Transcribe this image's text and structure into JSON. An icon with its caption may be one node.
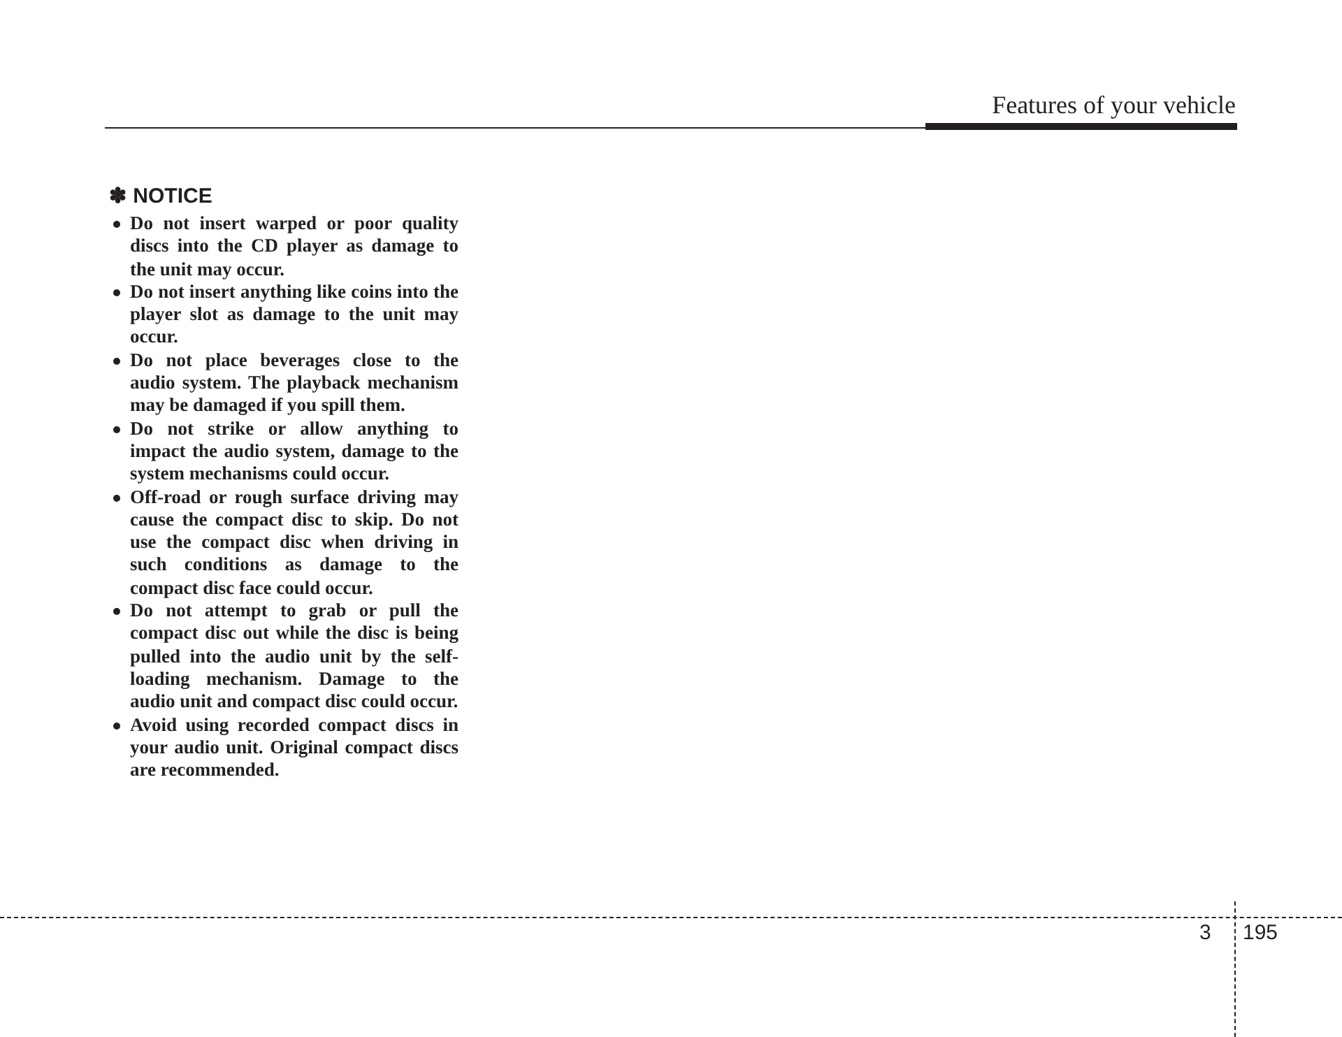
{
  "diagram": {
    "title": "Features of your vehicle",
    "labels": [
      "✽ NOTICE",
      "Do not insert warped or poor quality discs into the CD player as damage to the unit may occur.",
      "Do not insert anything like coins into the player slot as damage to the unit may occur.",
      "Do not place beverages close to the audio system. The playback mechanism may be damaged if you spill them.",
      "Do not strike or allow anything to impact the audio system, damage to the system mechanisms could occur.",
      "Off-road or rough surface driving may cause the compact disc to skip. Do not use the compact disc when driving in such conditions as damage to the compact disc face could occur.",
      "Do not attempt to grab or pull the compact disc out while the disc is being pulled into the audio unit by the self-loading mechanism.  Damage to the audio unit and compact disc could occur.",
      "Avoid using recorded compact discs in your audio unit.  Original compact discs are recommended.",
      "3",
      "195"
    ]
  }
}
